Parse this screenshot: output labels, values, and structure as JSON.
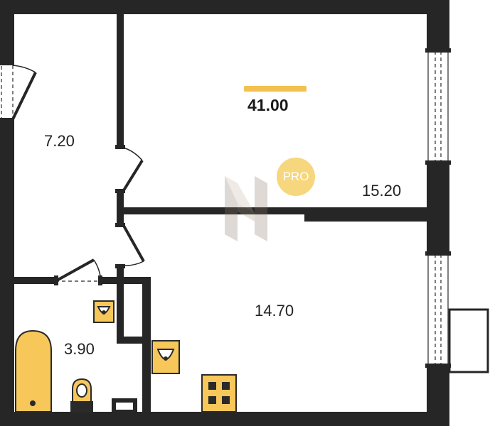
{
  "plan": {
    "total_area": "41.00",
    "badge": "PRO",
    "rooms": {
      "hallway": "7.20",
      "living_room": "15.20",
      "kitchen": "14.70",
      "bathroom": "3.90"
    }
  },
  "colors": {
    "wall": "#262626",
    "fixture": "#f7c75a",
    "fixture_stroke": "#2a2a2a",
    "accent": "#f2c14e",
    "badge": "#f6d77e"
  },
  "icons": [
    "door-swing-icon",
    "window-icon",
    "bathtub-icon",
    "sink-icon",
    "toilet-icon",
    "stove-icon",
    "logo-h-icon"
  ]
}
